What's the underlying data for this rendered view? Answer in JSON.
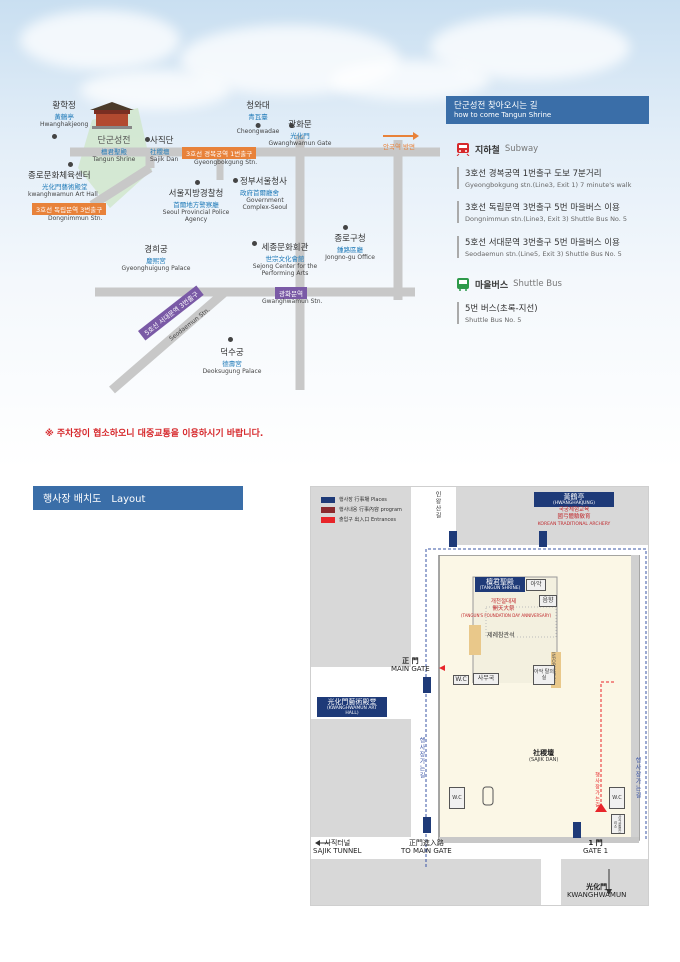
{
  "map": {
    "places": [
      {
        "id": "hwanghakjeong",
        "ko": "황학정",
        "hanja": "黃鶴亭",
        "en": "Hwanghakjeong"
      },
      {
        "id": "tangun-shrine",
        "ko": "단군성전",
        "hanja": "檀君聖殿",
        "en": "Tangun Shrine"
      },
      {
        "id": "sajik-dan",
        "ko": "사직단",
        "hanja": "社稷壇",
        "en": "Sajik Dan"
      },
      {
        "id": "cheongwadae",
        "ko": "청와대",
        "hanja": "青瓦臺",
        "en": "Cheongwadae"
      },
      {
        "id": "gwanghwamun-gate",
        "ko": "광화문",
        "hanja": "光化門",
        "en": "Gwanghwamun Gate"
      },
      {
        "id": "art-hall",
        "ko": "종로문화체육센터",
        "hanja": "光化門藝術殿堂",
        "en": "kwanghwamun Art Hall"
      },
      {
        "id": "police-agency",
        "ko": "서울지방경찰청",
        "hanja": "首爾地方警察廳",
        "en": "Seoul Provincial Police Agency"
      },
      {
        "id": "gov-complex",
        "ko": "정부서울청사",
        "hanja": "政府首爾廳舍",
        "en": "Government Complex-Seoul"
      },
      {
        "id": "gyeonghuigung",
        "ko": "경희궁",
        "hanja": "慶熙宮",
        "en": "Gyeonghuigung Palace"
      },
      {
        "id": "sejong-center",
        "ko": "세종문화회관",
        "hanja": "世宗文化會館",
        "en": "Sejong Center for the Performing Arts"
      },
      {
        "id": "jongno-office",
        "ko": "종로구청",
        "hanja": "鍾路區廳",
        "en": "Jongno-gu Office"
      },
      {
        "id": "deoksugung",
        "ko": "덕수궁",
        "hanja": "德壽宮",
        "en": "Deoksugung Palace"
      }
    ],
    "stations": {
      "gyeongbokgung": {
        "label": "3호선 경복궁역 1번출구",
        "en": "Gyeongbokgung Stn."
      },
      "dongnimmun": {
        "label": "3호선 독립문역 3번출구",
        "en": "Dongnimmun Stn."
      },
      "gwanghwamun": {
        "label": "광화문역",
        "en": "Gwanghwamun Stn."
      },
      "seodaemun": {
        "label": "5호선 서대문역 3번출구",
        "en": "Seodaemun Stn."
      }
    },
    "anguk_label": "안국역 방면",
    "colors": {
      "line3": "#e8823a",
      "line5": "#7a5aa6",
      "road": "#c8c8c8"
    }
  },
  "directions": {
    "title_ko": "단군성전 찾아오시는 길",
    "title_en": "how to come Tangun Shrine",
    "subway": {
      "label_ko": "지하철",
      "label_en": "Subway",
      "icon": "subway-icon",
      "routes": [
        {
          "ko": "3호선 경복궁역 1번출구 도보 7분거리",
          "en": "Gyeongbokgung stn.(Line3, Exit 1) 7 minute's walk"
        },
        {
          "ko": "3호선 독립문역 3번출구 5번 마을버스 이용",
          "en": "Dongnimmun stn.(Line3, Exit 3) Shuttle Bus No. 5"
        },
        {
          "ko": "5호선 서대문역 3번출구 5번 마을버스 이용",
          "en": "Seodaemun stn.(Line5, Exit 3) Shuttle Bus No. 5"
        }
      ]
    },
    "shuttle": {
      "label_ko": "마을버스",
      "label_en": "Shuttle Bus",
      "icon": "bus-icon",
      "routes": [
        {
          "ko": "5번 버스(초록-지선)",
          "en": "Shuttle Bus No. 5"
        }
      ]
    }
  },
  "notice": "※ 주차장이 협소하오니 대중교통을 이용하시기 바랍니다.",
  "layout": {
    "title_ko": "행사장 배치도",
    "title_en": "Layout",
    "legend": [
      {
        "label": "행사장 行事場 Places",
        "color": "#1e3a78"
      },
      {
        "label": "행사내용 行事內容 program",
        "color": "#8b2a2e"
      },
      {
        "label": "출입구 出入口 Entrances",
        "color": "#e8252a"
      }
    ],
    "hwanghakjeong": {
      "name": "黃鶴亭",
      "sub": "(HWANGHAKJUNG)",
      "red1": "국궁체험교육",
      "red2": "國弓體驗敎育",
      "red3": "KOREAN TRADITIONAL ARCHERY"
    },
    "tangun": {
      "name": "檀君聖殿",
      "sub": "(TANGUN SHRINE)",
      "red1": "개천절대제",
      "red2": "開天大祭",
      "red3": "(TANGUN'S FOUNDATION DAY ANNIVERSARY)"
    },
    "rooms": {
      "aak": "아악",
      "eumhyang": "음향",
      "jeje": "제례참관석",
      "wc": "W.C",
      "samuguk": "사무국",
      "info": "INFORMATION",
      "aak2": "아악 탈의실"
    },
    "main_gate": {
      "ko": "正 門",
      "en": "MAIN GATE"
    },
    "art_hall": {
      "name": "光化門藝術殿堂",
      "sub": "(KWANGHWAMUN ART HALL)"
    },
    "sajik": {
      "name": "社稷壇",
      "sub": "(SAJIK DAN)"
    },
    "gate1": {
      "ko": "1 門",
      "en": "GATE 1"
    },
    "kwanghwamun": {
      "ko": "光化門",
      "en": "KWANGHWAMUN"
    },
    "sajik_tunnel": {
      "ko": "사직터널",
      "en": "SAJIK TUNNEL"
    },
    "to_main_gate": {
      "ko": "正門進入路",
      "en": "TO MAIN GATE"
    },
    "inwang_road": "인왕산길",
    "path_label": "행사장가는길",
    "path_label_red": "행사장가는길",
    "sign": "사직공원관리소",
    "sign_short": "관리소"
  }
}
